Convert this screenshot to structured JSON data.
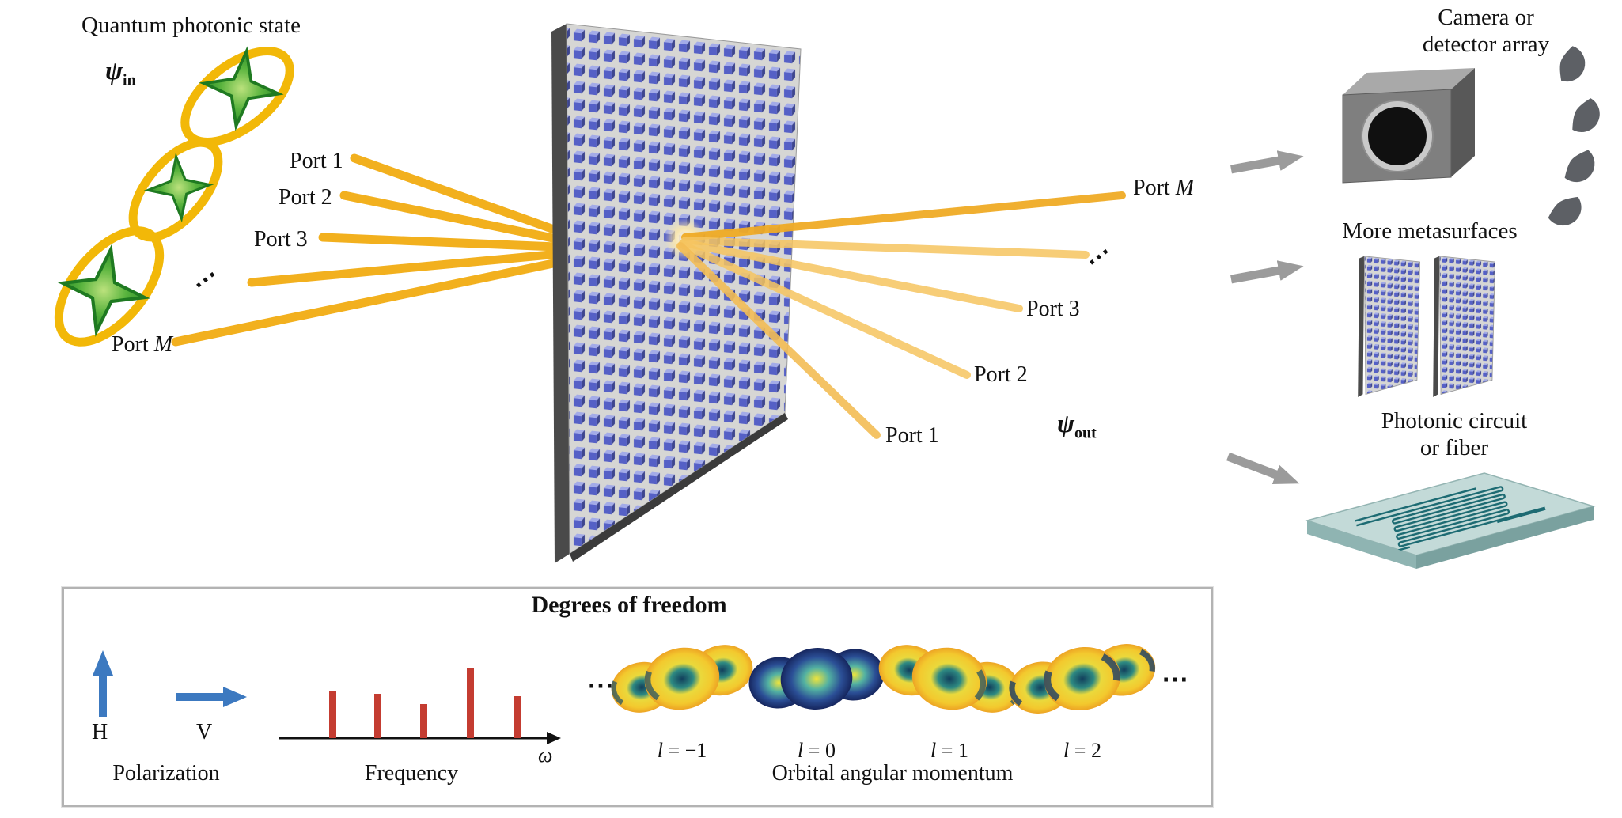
{
  "input": {
    "heading": "Quantum photonic state",
    "psi": "ψ",
    "psi_in_sub": "in",
    "ports": [
      "Port 1",
      "Port 2",
      "Port 3"
    ],
    "port_m_word": "Port ",
    "port_m_var": "M",
    "dots": "⋯"
  },
  "output": {
    "ports": [
      "Port 1",
      "Port 2",
      "Port 3"
    ],
    "port_m_word": "Port ",
    "port_m_var": "M",
    "psi": "ψ",
    "psi_out_sub": "out",
    "dots": "⋯"
  },
  "right_options": {
    "camera_line1": "Camera or",
    "camera_line2": "detector array",
    "metasurfaces": "More metasurfaces",
    "circuit_line1": "Photonic circuit",
    "circuit_line2": "or fiber"
  },
  "dof": {
    "title": "Degrees of freedom",
    "polarization": {
      "h": "H",
      "v": "V",
      "label": "Polarization"
    },
    "frequency": {
      "label": "Frequency",
      "omega": "ω"
    },
    "oam": {
      "label": "Orbital angular momentum",
      "dots_left": "⋯",
      "dots_right": "⋯",
      "modes": [
        {
          "var": "l",
          "rest": " = −1"
        },
        {
          "var": "l",
          "rest": " = 0"
        },
        {
          "var": "l",
          "rest": " = 1"
        },
        {
          "var": "l",
          "rest": " = 2"
        }
      ]
    }
  },
  "colors": {
    "beam_input": "#f2ae17",
    "beam_output": "#f6c560",
    "pillar_blue": "#5560c6",
    "photon_green": "#4aa636",
    "ring_yellow": "#f2b808",
    "polarization_blue": "#3c79c0",
    "frequency_red": "#c43c31",
    "chip_teal": "#c3dad8",
    "arrow_gray": "#9b9b9b"
  }
}
